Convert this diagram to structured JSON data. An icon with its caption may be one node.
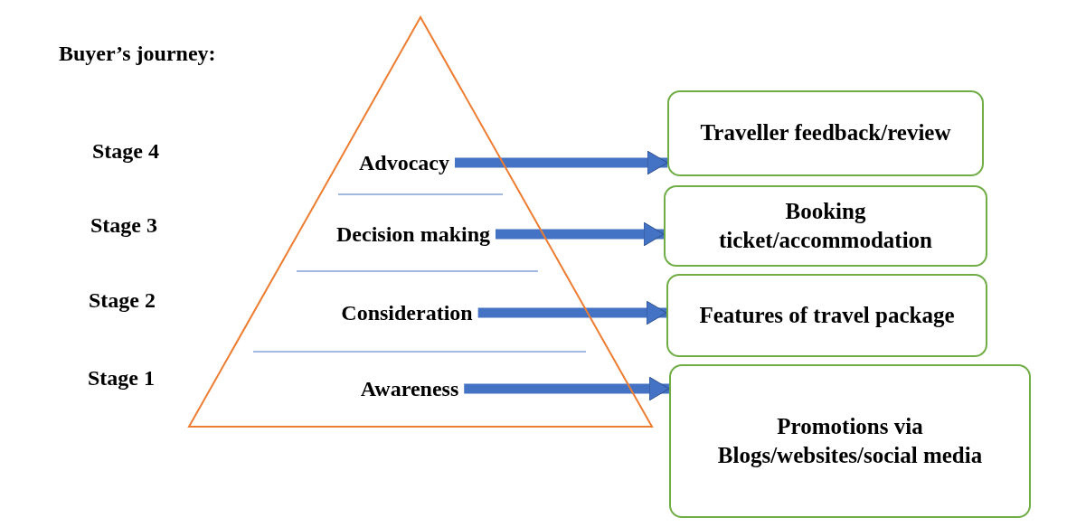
{
  "diagram": {
    "nodes": [
      {
        "text": [],
        "shape": "triangle"
      },
      {
        "text": [
          "Advocacy"
        ],
        "in": 0
      },
      {
        "text": [
          "Decision making"
        ],
        "in": 0
      },
      {
        "text": [
          "Consideration"
        ],
        "in": 0
      },
      {
        "text": [
          "Awareness"
        ],
        "in": 0
      },
      {
        "text": [
          "Traveller feedback/review"
        ]
      },
      {
        "text": [
          "Booking ticket/accommodation"
        ]
      },
      {
        "text": [
          "Features of travel package"
        ]
      },
      {
        "text": [
          "Promotions via Blogs/websites/social media"
        ]
      }
    ],
    "edges": [
      {
        "from": 1,
        "to": 5,
        "arrow": "to"
      },
      {
        "from": 2,
        "to": 6,
        "arrow": "to"
      },
      {
        "from": 3,
        "to": 7,
        "arrow": "to"
      },
      {
        "from": 4,
        "to": 8,
        "arrow": "to"
      }
    ],
    "labels": [
      "Buyer’s journey:",
      "Stage 4",
      "Stage 3",
      "Stage 2",
      "Stage 1"
    ]
  }
}
